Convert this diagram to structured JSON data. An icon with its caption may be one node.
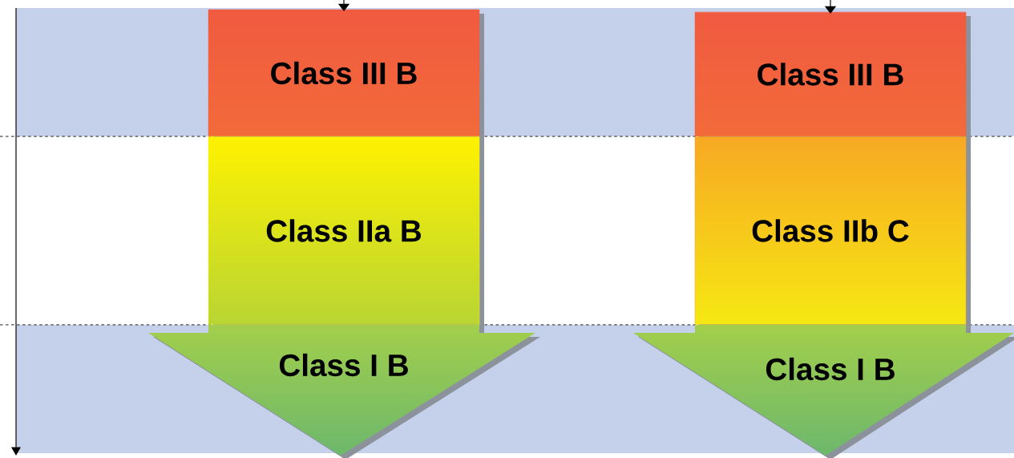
{
  "diagram": {
    "nodes": [
      {
        "text": [
          "Class III B"
        ]
      },
      {
        "text": [
          "Class IIa B"
        ]
      },
      {
        "text": [
          "Class I B"
        ]
      },
      {
        "text": [
          "Class III B"
        ]
      },
      {
        "text": [
          "Class IIb C"
        ]
      },
      {
        "text": [
          "Class I B"
        ]
      }
    ],
    "edges": [
      {
        "from": null,
        "to": 0,
        "arrow": "to"
      },
      {
        "from": null,
        "to": 3,
        "arrow": "to"
      }
    ]
  }
}
